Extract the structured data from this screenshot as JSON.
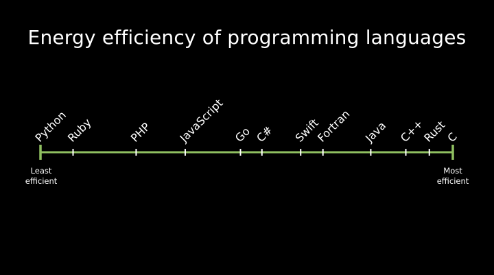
{
  "title": "Energy efficiency of programming languages",
  "left_end": {
    "line1": "Least",
    "line2": "efficient"
  },
  "right_end": {
    "line1": "Most",
    "line2": "efficient"
  },
  "colors": {
    "background": "#000000",
    "axis": "#8fbf60",
    "tick": "#ffffff",
    "text": "#ffffff"
  },
  "chart_data": {
    "type": "scale",
    "order": "least efficient to most efficient",
    "languages": [
      "Python",
      "Ruby",
      "PHP",
      "JavaScript",
      "Go",
      "C#",
      "Swift",
      "Fortran",
      "Java",
      "C++",
      "Rust",
      "C"
    ],
    "positions": [
      0.0,
      0.079,
      0.232,
      0.351,
      0.485,
      0.537,
      0.631,
      0.685,
      0.801,
      0.886,
      0.943,
      1.0
    ]
  }
}
